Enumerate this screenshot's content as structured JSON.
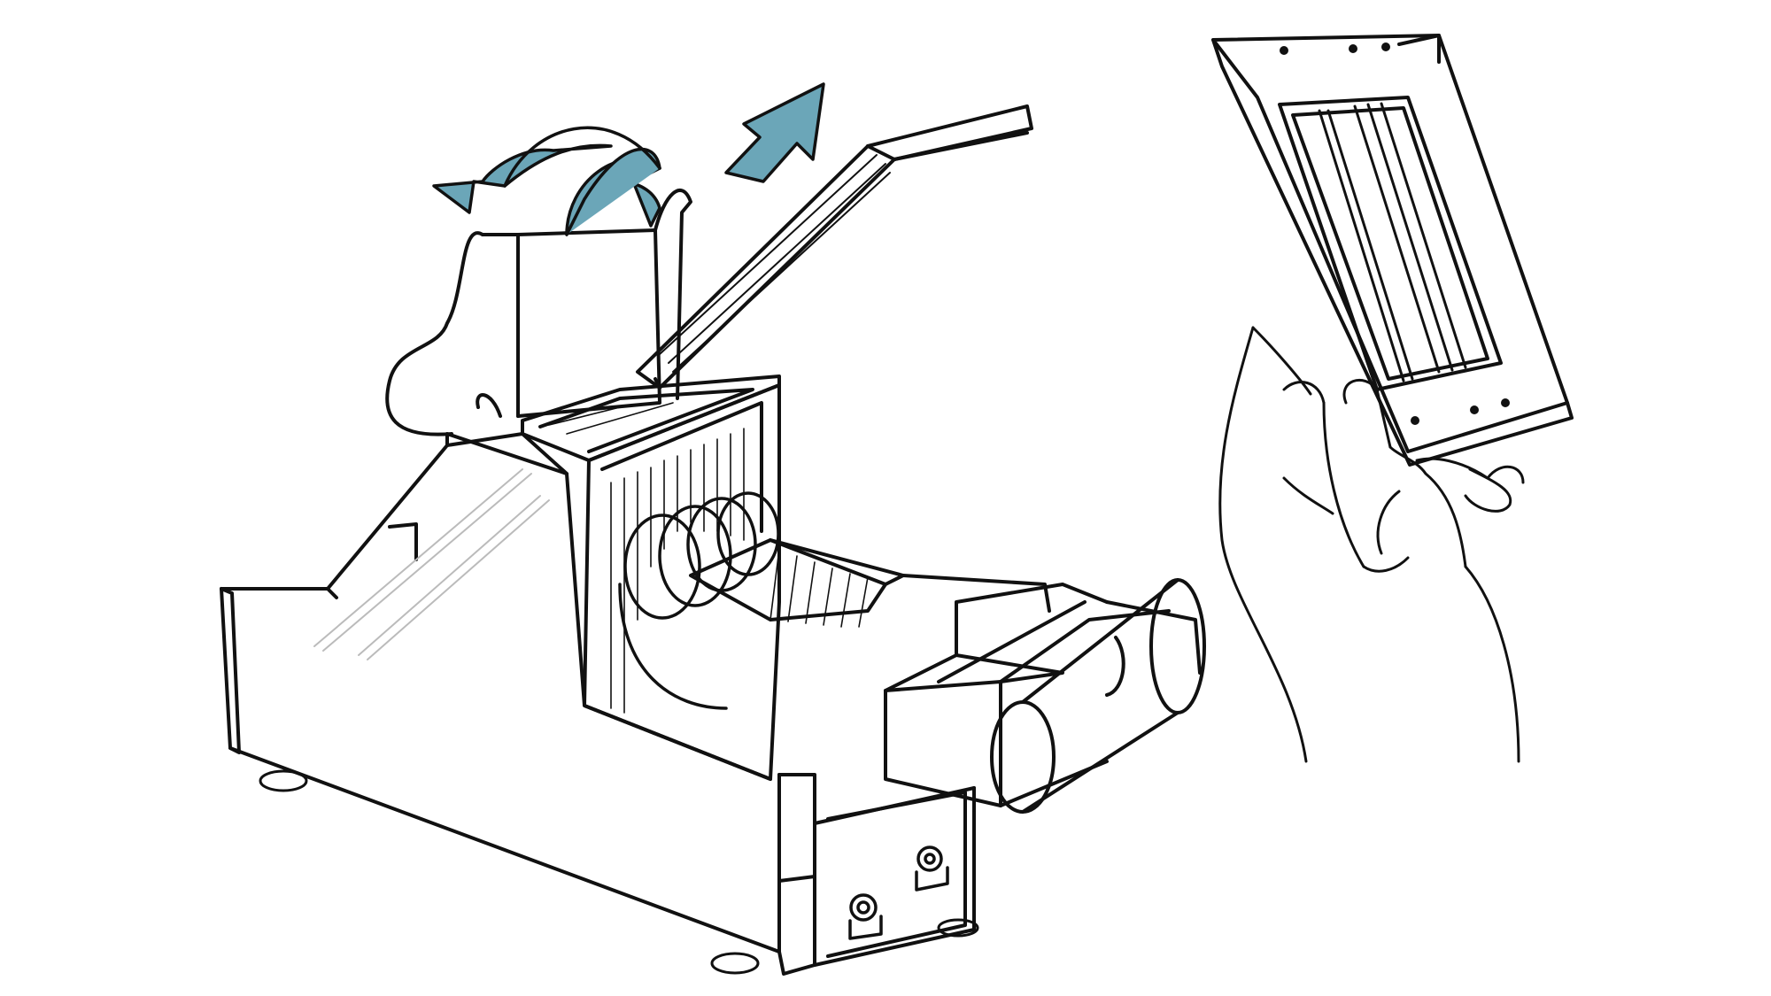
{
  "illustration": {
    "subjects": [
      "vegetable-slicing-machine",
      "blade-insert-frame",
      "hand-holding-frame"
    ],
    "arrow_color": "#6BA6B8",
    "arrow_icons": [
      "rotate-arrow-icon",
      "lift-arrow-icon"
    ],
    "line_color": "#111111",
    "background": "#FFFFFF"
  }
}
